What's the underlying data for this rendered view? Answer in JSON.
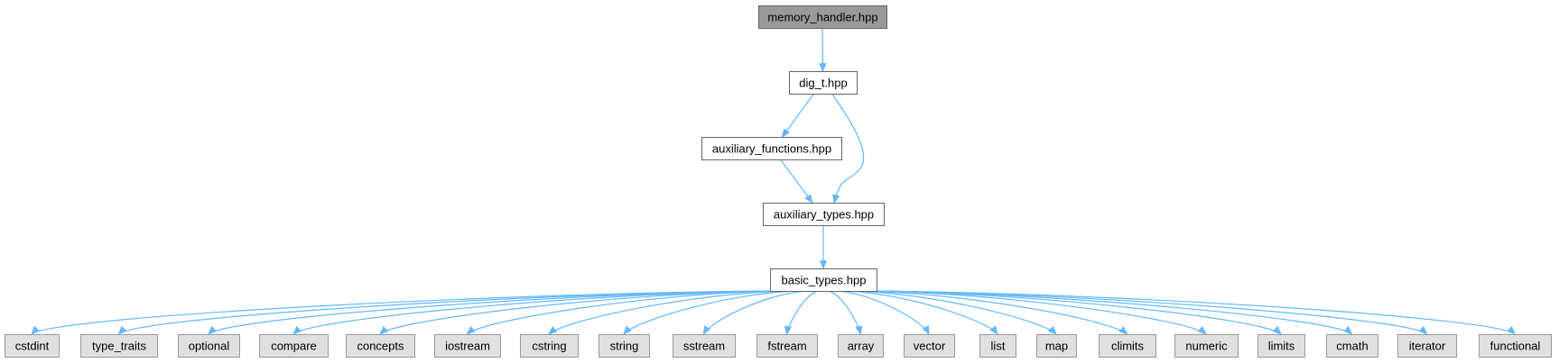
{
  "colors": {
    "root_fill": "#999999",
    "root_stroke": "#666666",
    "local_fill": "#ffffff",
    "local_stroke": "#666666",
    "system_fill": "#e0e0e0",
    "system_stroke": "#999999",
    "edge": "#63b8ff",
    "text": "#000000"
  },
  "nodes": [
    {
      "id": "memory_handler",
      "label": "memory_handler.hpp",
      "kind": "root"
    },
    {
      "id": "dig_t",
      "label": "dig_t.hpp",
      "kind": "local"
    },
    {
      "id": "auxiliary_functions",
      "label": "auxiliary_functions.hpp",
      "kind": "local"
    },
    {
      "id": "auxiliary_types",
      "label": "auxiliary_types.hpp",
      "kind": "local"
    },
    {
      "id": "basic_types",
      "label": "basic_types.hpp",
      "kind": "local"
    },
    {
      "id": "cstdint",
      "label": "cstdint",
      "kind": "system"
    },
    {
      "id": "type_traits",
      "label": "type_traits",
      "kind": "system"
    },
    {
      "id": "optional",
      "label": "optional",
      "kind": "system"
    },
    {
      "id": "compare",
      "label": "compare",
      "kind": "system"
    },
    {
      "id": "concepts",
      "label": "concepts",
      "kind": "system"
    },
    {
      "id": "iostream",
      "label": "iostream",
      "kind": "system"
    },
    {
      "id": "cstring",
      "label": "cstring",
      "kind": "system"
    },
    {
      "id": "string",
      "label": "string",
      "kind": "system"
    },
    {
      "id": "sstream",
      "label": "sstream",
      "kind": "system"
    },
    {
      "id": "fstream",
      "label": "fstream",
      "kind": "system"
    },
    {
      "id": "array",
      "label": "array",
      "kind": "system"
    },
    {
      "id": "vector",
      "label": "vector",
      "kind": "system"
    },
    {
      "id": "list",
      "label": "list",
      "kind": "system"
    },
    {
      "id": "map",
      "label": "map",
      "kind": "system"
    },
    {
      "id": "climits",
      "label": "climits",
      "kind": "system"
    },
    {
      "id": "numeric",
      "label": "numeric",
      "kind": "system"
    },
    {
      "id": "limits",
      "label": "limits",
      "kind": "system"
    },
    {
      "id": "cmath",
      "label": "cmath",
      "kind": "system"
    },
    {
      "id": "iterator",
      "label": "iterator",
      "kind": "system"
    },
    {
      "id": "functional",
      "label": "functional",
      "kind": "system"
    }
  ],
  "edges": [
    [
      "memory_handler",
      "dig_t"
    ],
    [
      "dig_t",
      "auxiliary_functions"
    ],
    [
      "dig_t",
      "auxiliary_types"
    ],
    [
      "auxiliary_functions",
      "auxiliary_types"
    ],
    [
      "auxiliary_types",
      "basic_types"
    ],
    [
      "basic_types",
      "cstdint"
    ],
    [
      "basic_types",
      "type_traits"
    ],
    [
      "basic_types",
      "optional"
    ],
    [
      "basic_types",
      "compare"
    ],
    [
      "basic_types",
      "concepts"
    ],
    [
      "basic_types",
      "iostream"
    ],
    [
      "basic_types",
      "cstring"
    ],
    [
      "basic_types",
      "string"
    ],
    [
      "basic_types",
      "sstream"
    ],
    [
      "basic_types",
      "fstream"
    ],
    [
      "basic_types",
      "array"
    ],
    [
      "basic_types",
      "vector"
    ],
    [
      "basic_types",
      "list"
    ],
    [
      "basic_types",
      "map"
    ],
    [
      "basic_types",
      "climits"
    ],
    [
      "basic_types",
      "numeric"
    ],
    [
      "basic_types",
      "limits"
    ],
    [
      "basic_types",
      "cmath"
    ],
    [
      "basic_types",
      "iterator"
    ],
    [
      "basic_types",
      "functional"
    ]
  ]
}
